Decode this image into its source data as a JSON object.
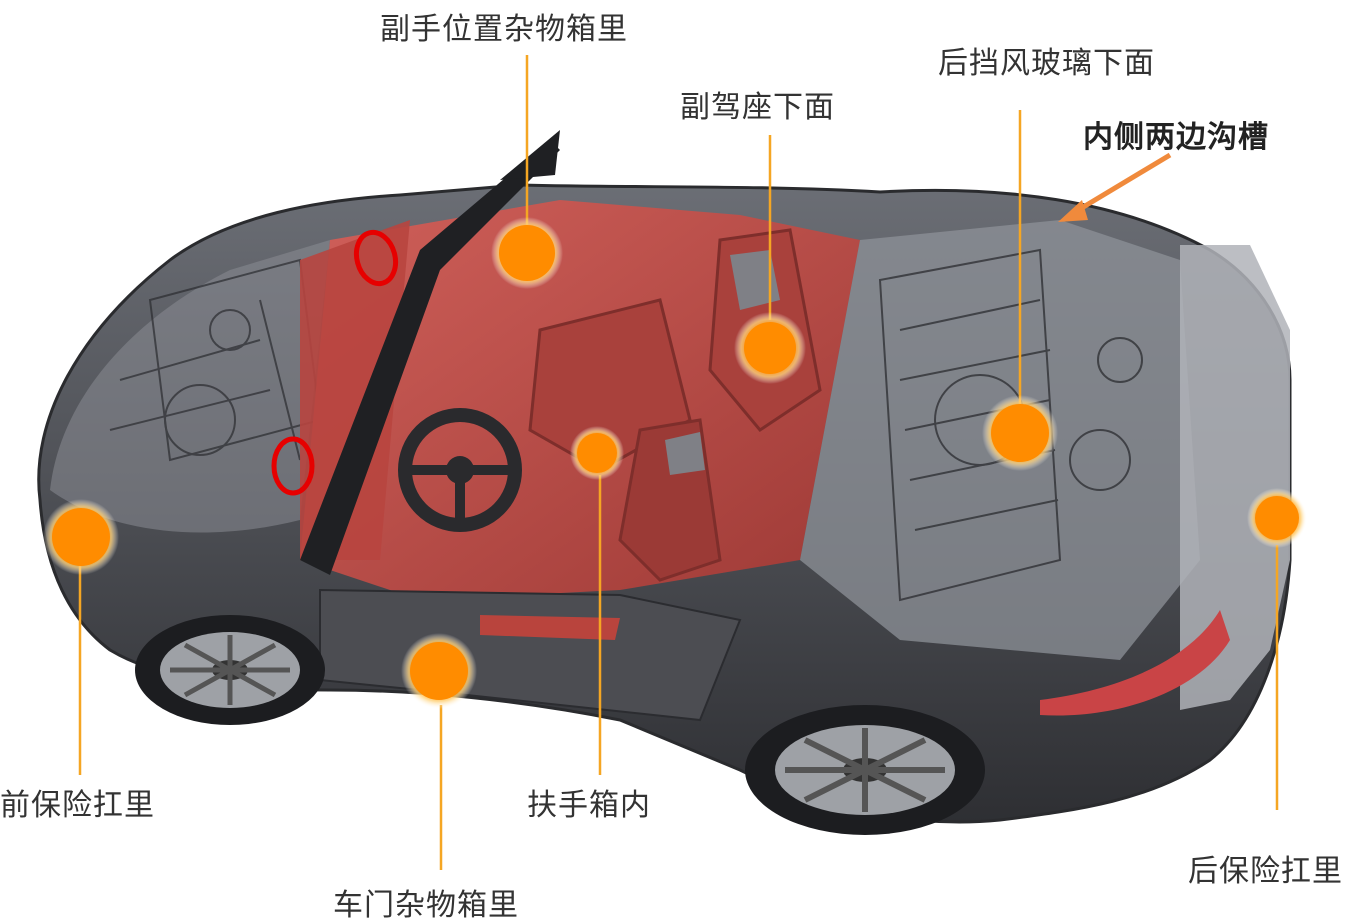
{
  "diagram": {
    "labels": {
      "glovebox": "副手位置杂物箱里",
      "passenger_seat": "副驾座下面",
      "rear_windshield": "后挡风玻璃下面",
      "inner_grooves": "内侧两边沟槽",
      "front_bumper": "前保险扛里",
      "armrest_box": "扶手箱内",
      "door_pocket": "车门杂物箱里",
      "rear_bumper": "后保险扛里"
    },
    "colors": {
      "marker": "#ff8c00",
      "leader_line": "#f5a623",
      "arrow": "#f08a3c",
      "highlight_ring": "#e60000",
      "interior": "#c0504d",
      "body": "#4a4a4f"
    }
  }
}
